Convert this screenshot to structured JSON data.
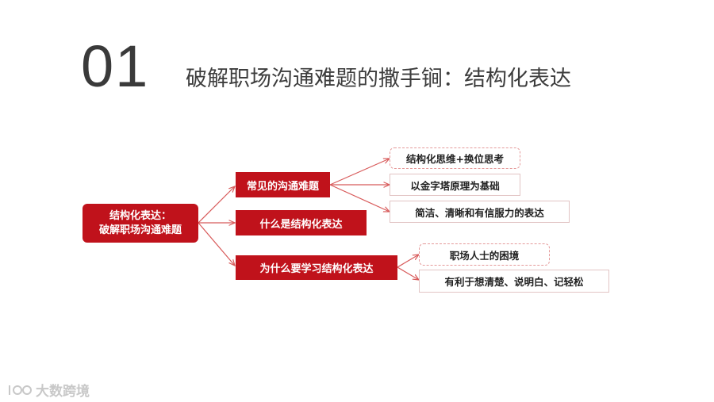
{
  "section": {
    "number": "01",
    "title": "破解职场沟通难题的撒手锏：结构化表达"
  },
  "diagram": {
    "root": {
      "line1": "结构化表达：",
      "line2": "破解职场沟通难题"
    },
    "branches": [
      {
        "label": "常见的沟通难题",
        "children": [
          "结构化思维+换位思考",
          "以金字塔原理为基础",
          "简洁、清晰和有信服力的表达"
        ]
      },
      {
        "label": "什么是结构化表达",
        "children": []
      },
      {
        "label": "为什么要学习结构化表达",
        "children": [
          "职场人士的困境",
          "有利于想清楚、说明白、记轻松"
        ]
      }
    ],
    "colors": {
      "accent": "#c0121b",
      "connector": "#d85a5a"
    }
  },
  "watermark": {
    "logo_icon": "logo-icon",
    "text": "大数跨境"
  }
}
